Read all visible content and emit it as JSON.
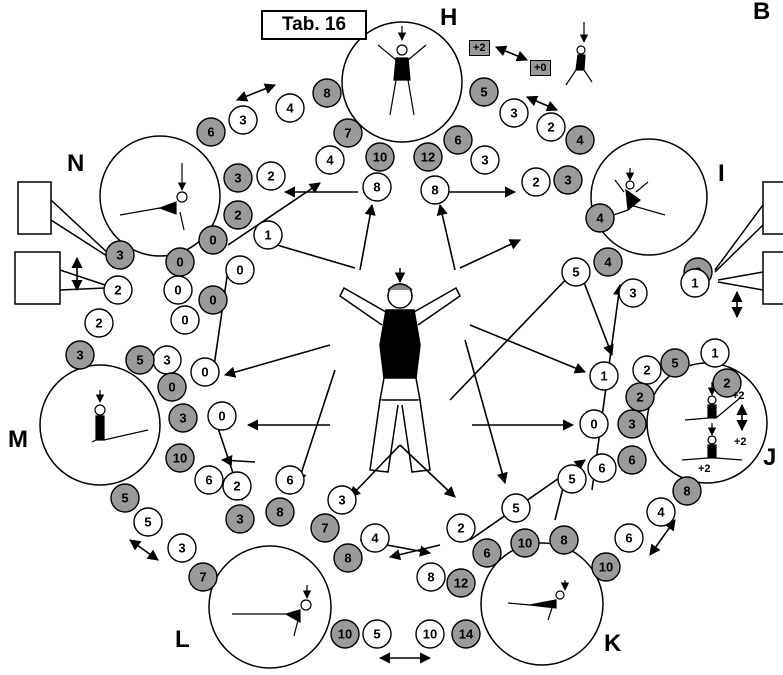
{
  "title": "Tab. 16",
  "letters": {
    "H": "H",
    "I": "I",
    "J": "J",
    "K": "K",
    "L": "L",
    "M": "M",
    "N": "N",
    "B": "B"
  },
  "bonus": {
    "a": "+2",
    "b": "+0",
    "c": "+2",
    "d": "+2",
    "e": "+2"
  },
  "numbers": [
    {
      "v": "8",
      "g": true
    },
    {
      "v": "4",
      "g": false
    },
    {
      "v": "3",
      "g": false
    },
    {
      "v": "6",
      "g": true
    },
    {
      "v": "7",
      "g": true
    },
    {
      "v": "4",
      "g": false
    },
    {
      "v": "10",
      "g": true
    },
    {
      "v": "12",
      "g": true
    },
    {
      "v": "6",
      "g": true
    },
    {
      "v": "3",
      "g": false
    },
    {
      "v": "5",
      "g": true
    },
    {
      "v": "3",
      "g": false
    },
    {
      "v": "2",
      "g": false
    },
    {
      "v": "4",
      "g": true
    },
    {
      "v": "3",
      "g": true
    },
    {
      "v": "2",
      "g": false
    },
    {
      "v": "8",
      "g": false
    },
    {
      "v": "8",
      "g": false
    },
    {
      "v": "2",
      "g": false
    },
    {
      "v": "3",
      "g": true
    },
    {
      "v": "2",
      "g": true
    },
    {
      "v": "1",
      "g": false
    },
    {
      "v": "0",
      "g": false
    },
    {
      "v": "0",
      "g": true
    },
    {
      "v": "0",
      "g": true
    },
    {
      "v": "0",
      "g": false
    },
    {
      "v": "0",
      "g": false
    },
    {
      "v": "0",
      "g": true
    },
    {
      "v": "4",
      "g": true
    },
    {
      "v": "5",
      "g": false
    },
    {
      "v": "4",
      "g": true
    },
    {
      "v": "3",
      "g": true
    },
    {
      "v": "2",
      "g": false
    },
    {
      "v": "2",
      "g": false
    },
    {
      "v": "3",
      "g": true
    },
    {
      "v": "2",
      "g": true
    },
    {
      "v": "1",
      "g": false
    },
    {
      "v": "1",
      "g": false
    },
    {
      "v": "2",
      "g": true
    },
    {
      "v": "3",
      "g": false
    },
    {
      "v": "5",
      "g": true
    },
    {
      "v": "0",
      "g": false
    },
    {
      "v": "0",
      "g": true
    },
    {
      "v": "3",
      "g": true
    },
    {
      "v": "0",
      "g": false
    },
    {
      "v": "3",
      "g": false
    },
    {
      "v": "2",
      "g": false
    },
    {
      "v": "5",
      "g": true
    },
    {
      "v": "1",
      "g": false
    },
    {
      "v": "2",
      "g": true
    },
    {
      "v": "0",
      "g": false
    },
    {
      "v": "3",
      "g": true
    },
    {
      "v": "10",
      "g": true
    },
    {
      "v": "6",
      "g": false
    },
    {
      "v": "5",
      "g": true
    },
    {
      "v": "5",
      "g": false
    },
    {
      "v": "3",
      "g": false
    },
    {
      "v": "7",
      "g": true
    },
    {
      "v": "2",
      "g": false
    },
    {
      "v": "6",
      "g": false
    },
    {
      "v": "3",
      "g": true
    },
    {
      "v": "8",
      "g": true
    },
    {
      "v": "3",
      "g": false
    },
    {
      "v": "7",
      "g": true
    },
    {
      "v": "4",
      "g": false
    },
    {
      "v": "8",
      "g": true
    },
    {
      "v": "8",
      "g": false
    },
    {
      "v": "12",
      "g": true
    },
    {
      "v": "2",
      "g": false
    },
    {
      "v": "6",
      "g": true
    },
    {
      "v": "10",
      "g": true
    },
    {
      "v": "5",
      "g": false
    },
    {
      "v": "8",
      "g": true
    },
    {
      "v": "5",
      "g": false
    },
    {
      "v": "6",
      "g": false
    },
    {
      "v": "6",
      "g": true
    },
    {
      "v": "8",
      "g": true
    },
    {
      "v": "4",
      "g": false
    },
    {
      "v": "6",
      "g": false
    },
    {
      "v": "10",
      "g": true
    },
    {
      "v": "10",
      "g": true
    },
    {
      "v": "5",
      "g": false
    },
    {
      "v": "10",
      "g": false
    },
    {
      "v": "14",
      "g": true
    }
  ]
}
